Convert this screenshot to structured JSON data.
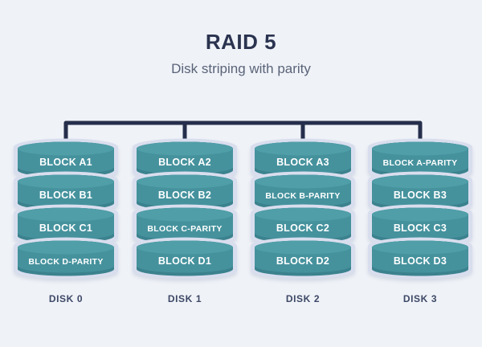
{
  "header": {
    "title": "RAID 5",
    "subtitle": "Disk striping with parity"
  },
  "colors": {
    "bg": "#eff2f7",
    "title": "#2a334f",
    "subtitle": "#5a6478",
    "connector": "#252e4b",
    "halo": "#d9deee",
    "cyl-top": "#4f9ea8",
    "cyl-body": "#45929d",
    "cyl-dark": "#3b828e",
    "block-text": "#ffffff",
    "disk-label": "#3d4866"
  },
  "disks": [
    {
      "label": "DISK 0",
      "blocks": [
        "BLOCK A1",
        "BLOCK B1",
        "BLOCK C1",
        "BLOCK D-PARITY"
      ]
    },
    {
      "label": "DISK 1",
      "blocks": [
        "BLOCK A2",
        "BLOCK B2",
        "BLOCK C-PARITY",
        "BLOCK D1"
      ]
    },
    {
      "label": "DISK 2",
      "blocks": [
        "BLOCK A3",
        "BLOCK B-PARITY",
        "BLOCK C2",
        "BLOCK D2"
      ]
    },
    {
      "label": "DISK 3",
      "blocks": [
        "BLOCK A-PARITY",
        "BLOCK B3",
        "BLOCK C3",
        "BLOCK D3"
      ]
    }
  ]
}
